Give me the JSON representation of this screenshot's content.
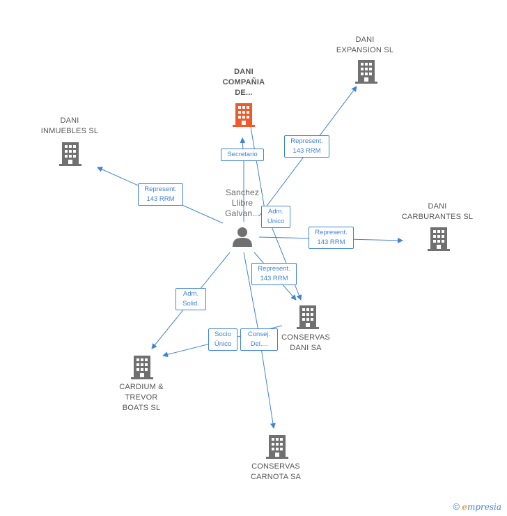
{
  "nodes": {
    "dani_compania": {
      "label": "DANI\nCOMPAÑIA\nDE...",
      "color": "#f05a28"
    },
    "dani_expansion": {
      "label": "DANI\nEXPANSION SL",
      "color": "#707070"
    },
    "dani_inmuebles": {
      "label": "DANI\nINMUEBLES SL",
      "color": "#707070"
    },
    "dani_carburantes": {
      "label": "DANI\nCARBURANTES SL",
      "color": "#707070"
    },
    "conservas_dani": {
      "label": "CONSERVAS\nDANI SA",
      "color": "#707070"
    },
    "cardium": {
      "label": "CARDIUM &\nTREVOR\nBOATS SL",
      "color": "#707070"
    },
    "conservas_carnota": {
      "label": "CONSERVAS\nCARNOTA SA",
      "color": "#707070"
    },
    "person": {
      "label": "Sanchez\nLlibre\nGalvan...",
      "color": "#707070"
    }
  },
  "edges": {
    "secretario": "Secretario",
    "expansion": "Represent.\n143 RRM",
    "inmuebles": "Represent.\n143 RRM",
    "adm_unico": "Adm.\nUnico",
    "carburantes": "Represent.\n143 RRM",
    "conservas_rep": "Represent.\n143 RRM",
    "adm_solid": "Adm.\nSolid.",
    "socio_unico": "Socio\nÚnico",
    "consej": "Consej.\nDel...."
  },
  "colors": {
    "edge": "#3f82d6",
    "company": "#707070",
    "highlight": "#f05a28"
  },
  "footer": {
    "copyright": "©",
    "brand_e": "e",
    "brand_rest": "mpresia"
  }
}
